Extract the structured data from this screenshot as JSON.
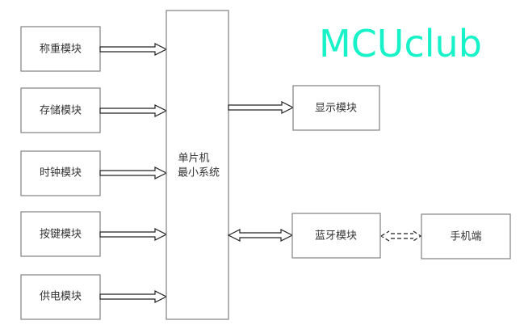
{
  "watermark": "MCUclub",
  "modules_left": [
    {
      "label": "称重模块"
    },
    {
      "label": "存储模块"
    },
    {
      "label": "时钟模块"
    },
    {
      "label": "按键模块"
    },
    {
      "label": "供电模块"
    }
  ],
  "mcu": {
    "line1": "单片机",
    "line2": "最小系统"
  },
  "display": {
    "label": "显示模块"
  },
  "bluetooth": {
    "label": "蓝牙模块"
  },
  "phone": {
    "label": "手机端"
  }
}
